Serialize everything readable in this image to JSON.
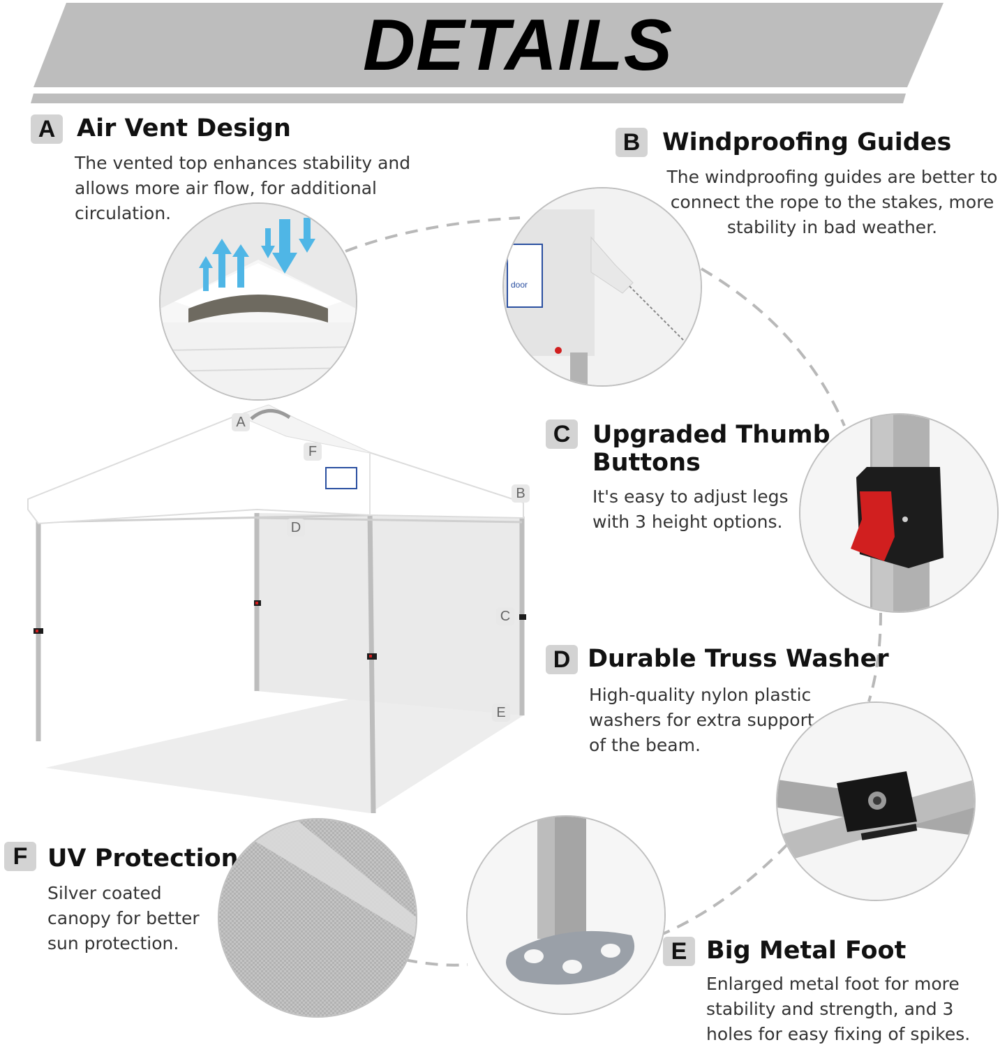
{
  "banner": {
    "title": "DETAILS"
  },
  "features": [
    {
      "letter": "A",
      "title": "Air Vent Design",
      "description": "The vented top enhances stability and allows more air flow, for additional circulation."
    },
    {
      "letter": "B",
      "title": "Windproofing Guides",
      "description": "The windproofing guides are better to connect the rope to the stakes, more stability in bad weather."
    },
    {
      "letter": "C",
      "title_line1": "Upgraded Thumb",
      "title_line2": "Buttons",
      "description": "It's easy to adjust legs with 3 height options."
    },
    {
      "letter": "D",
      "title": "Durable Truss Washer",
      "description": "High-quality nylon plastic washers for extra support of the beam."
    },
    {
      "letter": "E",
      "title": "Big Metal Foot",
      "description": "Enlarged metal foot for more stability and strength, and 3 holes for easy fixing of spikes."
    },
    {
      "letter": "F",
      "title": "UV Protection",
      "description": "Silver coated canopy for better sun protection."
    }
  ],
  "tent_labels": [
    "A",
    "F",
    "B",
    "D",
    "C",
    "E"
  ],
  "colors": {
    "banner_gray": "#bdbdbd",
    "badge_gray": "#d3d3d3",
    "button_red": "#d11f1f",
    "frame_gray": "#a9a9a9"
  }
}
